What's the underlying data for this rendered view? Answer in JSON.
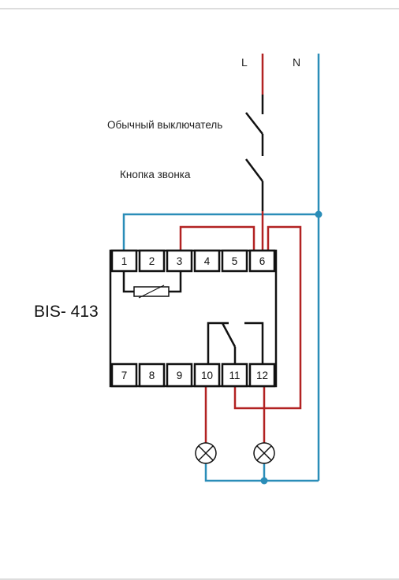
{
  "labels": {
    "line": "L",
    "neutral": "N",
    "switch": "Обычный выключатель",
    "bell_button": "Кнопка звонка",
    "model": "BIS- 413"
  },
  "terminals": {
    "top": [
      "1",
      "2",
      "3",
      "4",
      "5",
      "6"
    ],
    "bottom": [
      "7",
      "8",
      "9",
      "10",
      "11",
      "12"
    ]
  },
  "colors": {
    "live_wire": "#b22222",
    "neutral_wire": "#2a8db8",
    "device_outline": "#111111",
    "frame_line": "#bbbbbb"
  }
}
